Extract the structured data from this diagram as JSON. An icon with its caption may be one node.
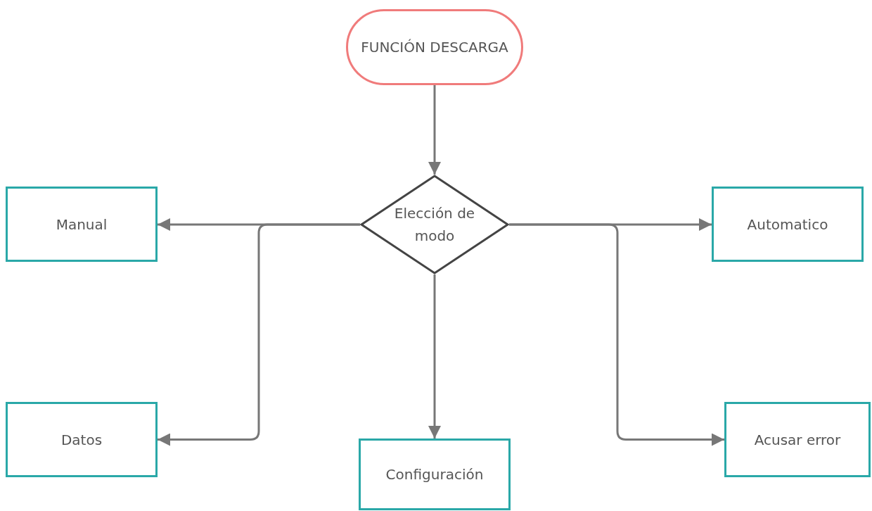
{
  "diagram": {
    "nodes": [
      {
        "text": [
          "FUNCIÓN DESCARGA"
        ]
      },
      {
        "text": [
          "Elección de modo"
        ]
      },
      {
        "text": [
          "Manual"
        ]
      },
      {
        "text": [
          "Automatico"
        ]
      },
      {
        "text": [
          "Datos"
        ]
      },
      {
        "text": [
          "Configuración"
        ]
      },
      {
        "text": [
          "Acusar error"
        ]
      }
    ],
    "edges": [
      {
        "from": 0,
        "to": 1,
        "arrow": "to"
      },
      {
        "from": 1,
        "to": 2,
        "arrow": "to"
      },
      {
        "from": 1,
        "to": 4,
        "arrow": "to"
      },
      {
        "from": 1,
        "to": 5,
        "arrow": "to"
      },
      {
        "from": 1,
        "to": 3,
        "arrow": "to"
      },
      {
        "from": 1,
        "to": 6,
        "arrow": "to"
      }
    ]
  }
}
